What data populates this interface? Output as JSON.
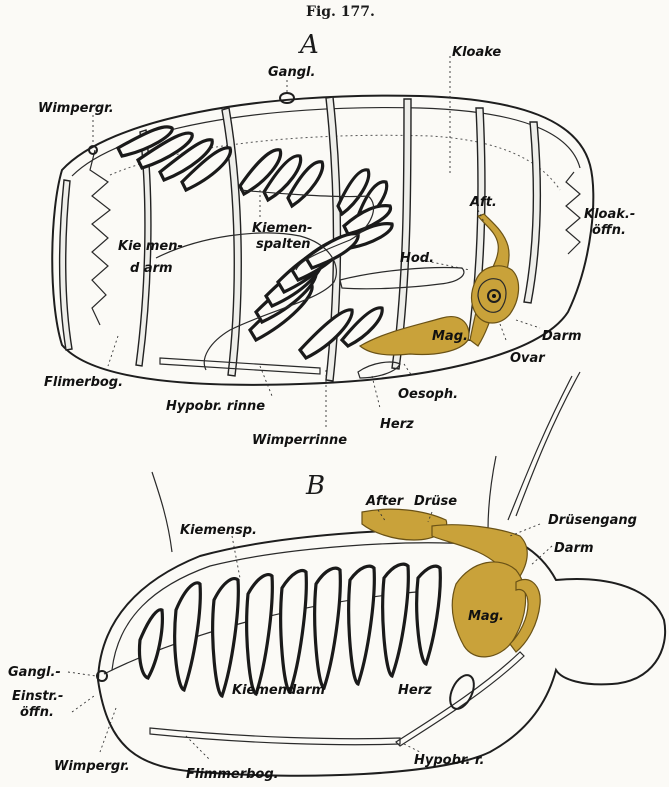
{
  "figure": {
    "title": "Fig. 177.",
    "panel_a": {
      "letter": "A",
      "labels": {
        "gangl": "Gangl.",
        "kloake": "Kloake",
        "wimpergr": "Wimpergr.",
        "kloak_1": "Kloak.-",
        "kloak_2": "öffn.",
        "kiemendarm_1": "Kie  men-",
        "kiemendarm_2": "d arm",
        "kiemenspalten_1": "Kiemen-",
        "kiemenspalten_2": "spalten",
        "aft": "Aft.",
        "hod": "Hod.",
        "darm": "Darm",
        "mag": "Mag.",
        "ovar": "Ovar",
        "flimmerbog": "Flimerbog.",
        "hypobr_rinne": "Hypobr. rinne",
        "oesoph": "Oesoph.",
        "herz": "Herz",
        "wimperrinne": "Wimperrinne"
      }
    },
    "panel_b": {
      "letter": "B",
      "labels": {
        "after": "After",
        "druese": "Drüse",
        "druesengang": "Drüsengang",
        "kiemensp": "Kiemensp.",
        "darm": "Darm",
        "mag": "Mag.",
        "gangl": "Gangl.-",
        "einstr_1": "Einstr.-",
        "einstr_2": "öffn.",
        "kiemendarm": "Kiemendarm",
        "herz": "Herz",
        "wimpergr": "Wimpergr.",
        "flimmerbog": "Flimmerbog.",
        "hypobr": "Hypobr. r."
      }
    },
    "colors": {
      "ink": "#1a1a1a",
      "organ": "#c9a23a",
      "paper": "#fbfaf6"
    }
  }
}
